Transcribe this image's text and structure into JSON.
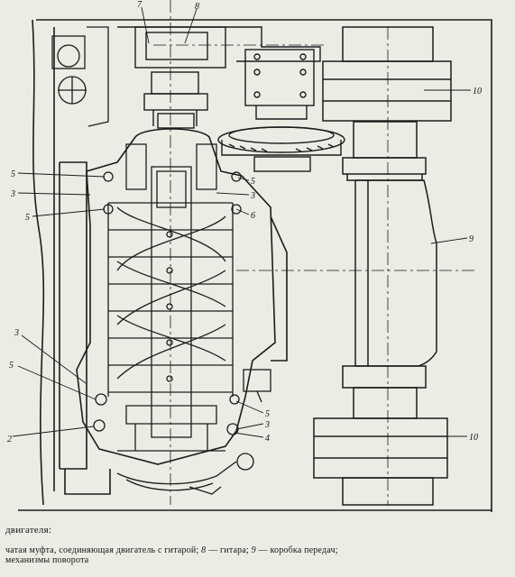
{
  "callouts": {
    "n7": "7",
    "n8": "8",
    "n10_top": "10",
    "n10_bottom": "10",
    "n9": "9",
    "n5_a": "5",
    "n3_a": "3",
    "n5_b": "5",
    "n5_c": "5",
    "n3_b": "3",
    "n6": "6",
    "n3_c": "3",
    "n5_d": "5",
    "n2": "2",
    "n5_e": "5",
    "n3_d": "3",
    "n4": "4"
  },
  "caption": {
    "heading": "двигателя:",
    "line1_a": "чатая муфта, соединяющая двигатель с гитарой;",
    "line1_n8": "8",
    "line1_b": "— гитара;",
    "line1_n9": "9",
    "line1_c": "— коробка передач;",
    "line2": "механизмы поворота"
  }
}
